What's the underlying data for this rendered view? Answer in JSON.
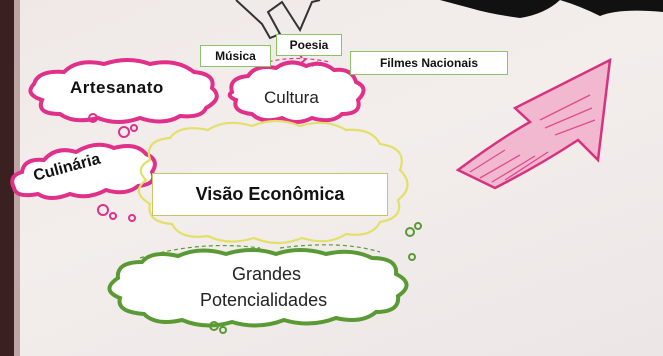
{
  "nodes": {
    "musica": "Música",
    "poesia": "Poesia",
    "filmes": "Filmes Nacionais",
    "artesanato": "Artesanato",
    "cultura": "Cultura",
    "culinaria": "Culinária",
    "visao": "Visão Econômica",
    "grandes": "Grandes",
    "potencialidades": "Potencialidades"
  },
  "colors": {
    "background": "#efe8e6",
    "magenta": "#e0308a",
    "yellow": "#e3e06a",
    "green": "#5a9a35",
    "box_border": "#8cc26a",
    "dark_edges": "#2a1a1a"
  }
}
